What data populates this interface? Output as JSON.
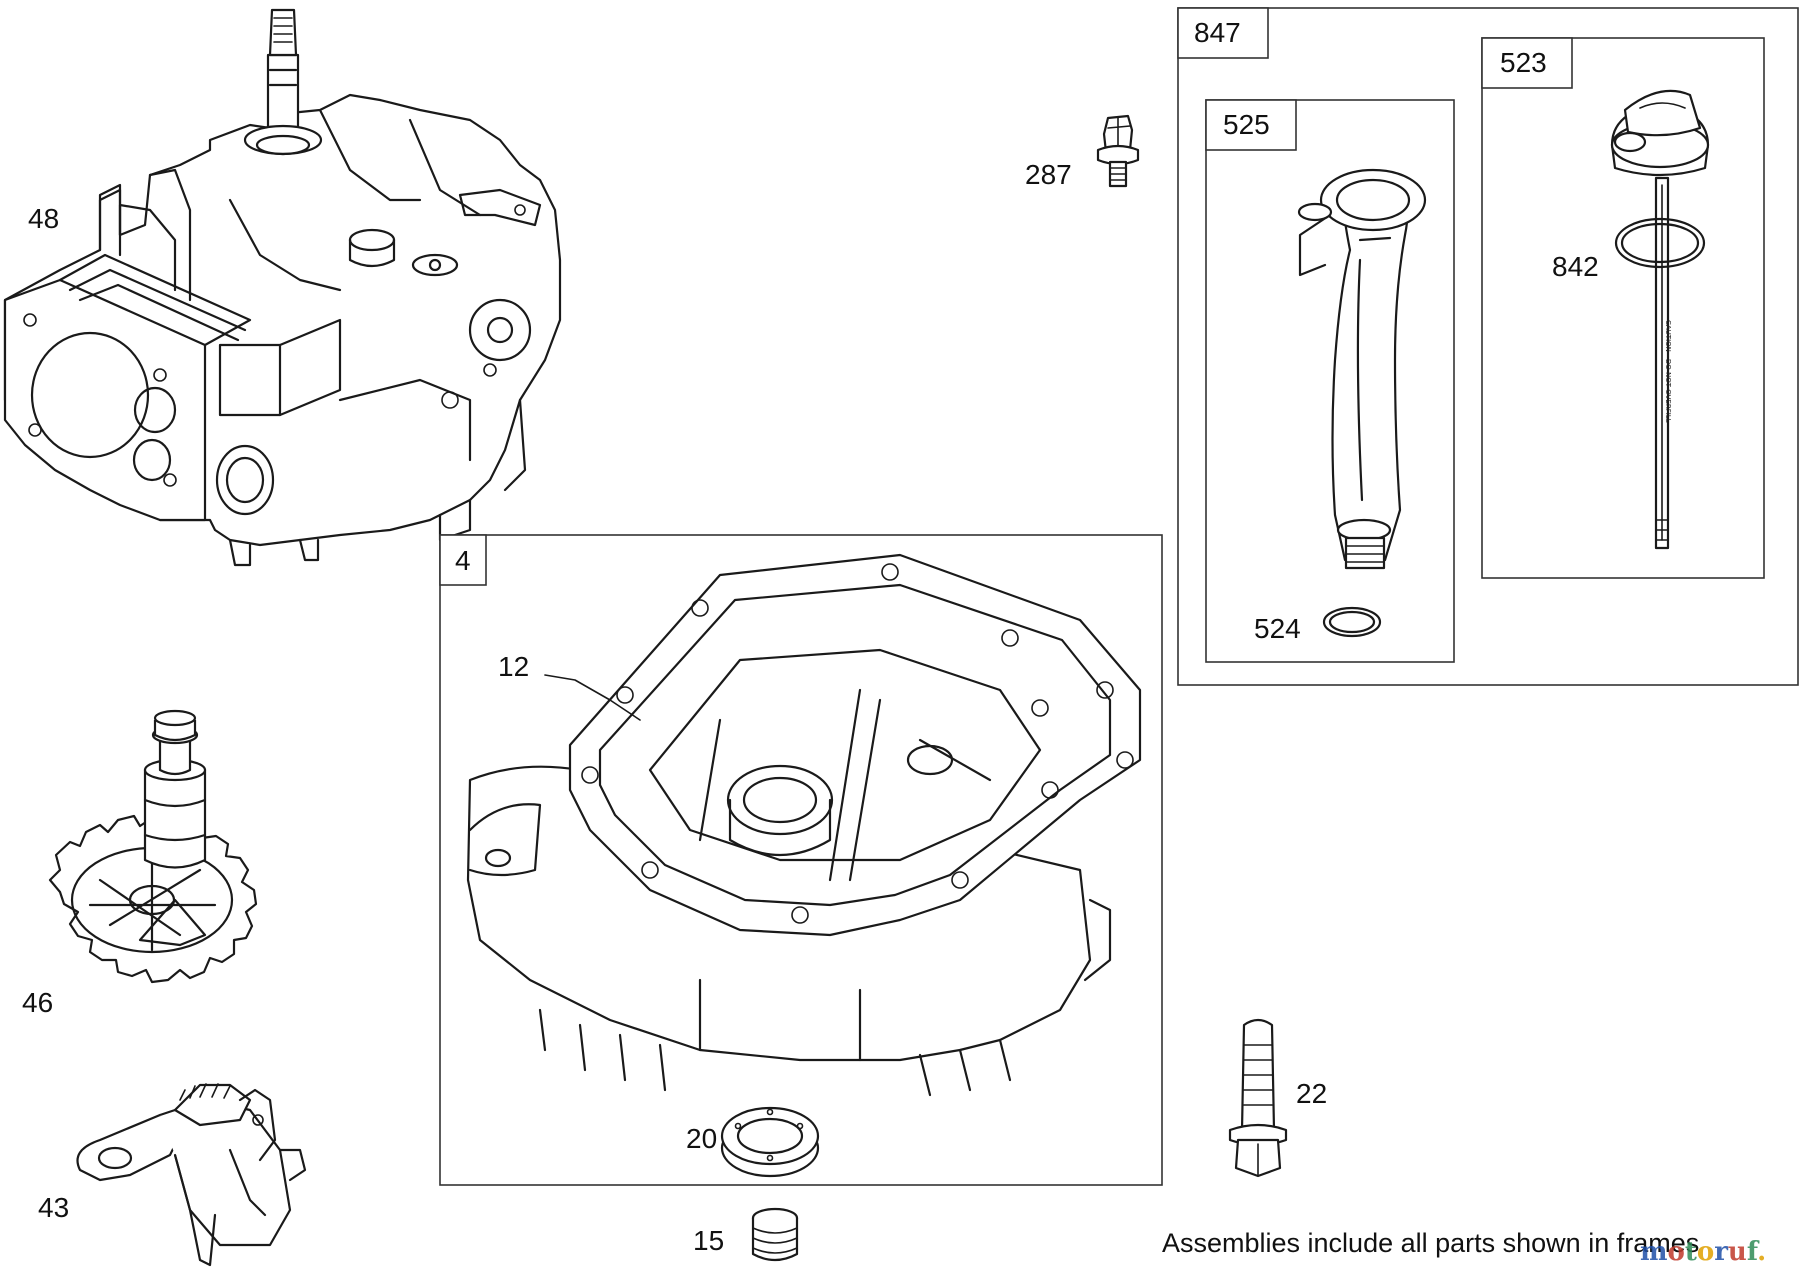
{
  "labels": {
    "p48": "48",
    "p287": "287",
    "p4": "4",
    "p12": "12",
    "p46": "46",
    "p43": "43",
    "p20": "20",
    "p15": "15",
    "p22": "22",
    "p847": "847",
    "p525": "525",
    "p523": "523",
    "p842": "842",
    "p524": "524"
  },
  "note": "Assemblies include all parts shown in frames",
  "watermark": {
    "text": "motoruf.",
    "colors": [
      "#1f4fa8",
      "#c0392b",
      "#2e8b57",
      "#e0a000"
    ]
  },
  "dipstick_text": "CAUTION - DO NOT OVERFILL"
}
